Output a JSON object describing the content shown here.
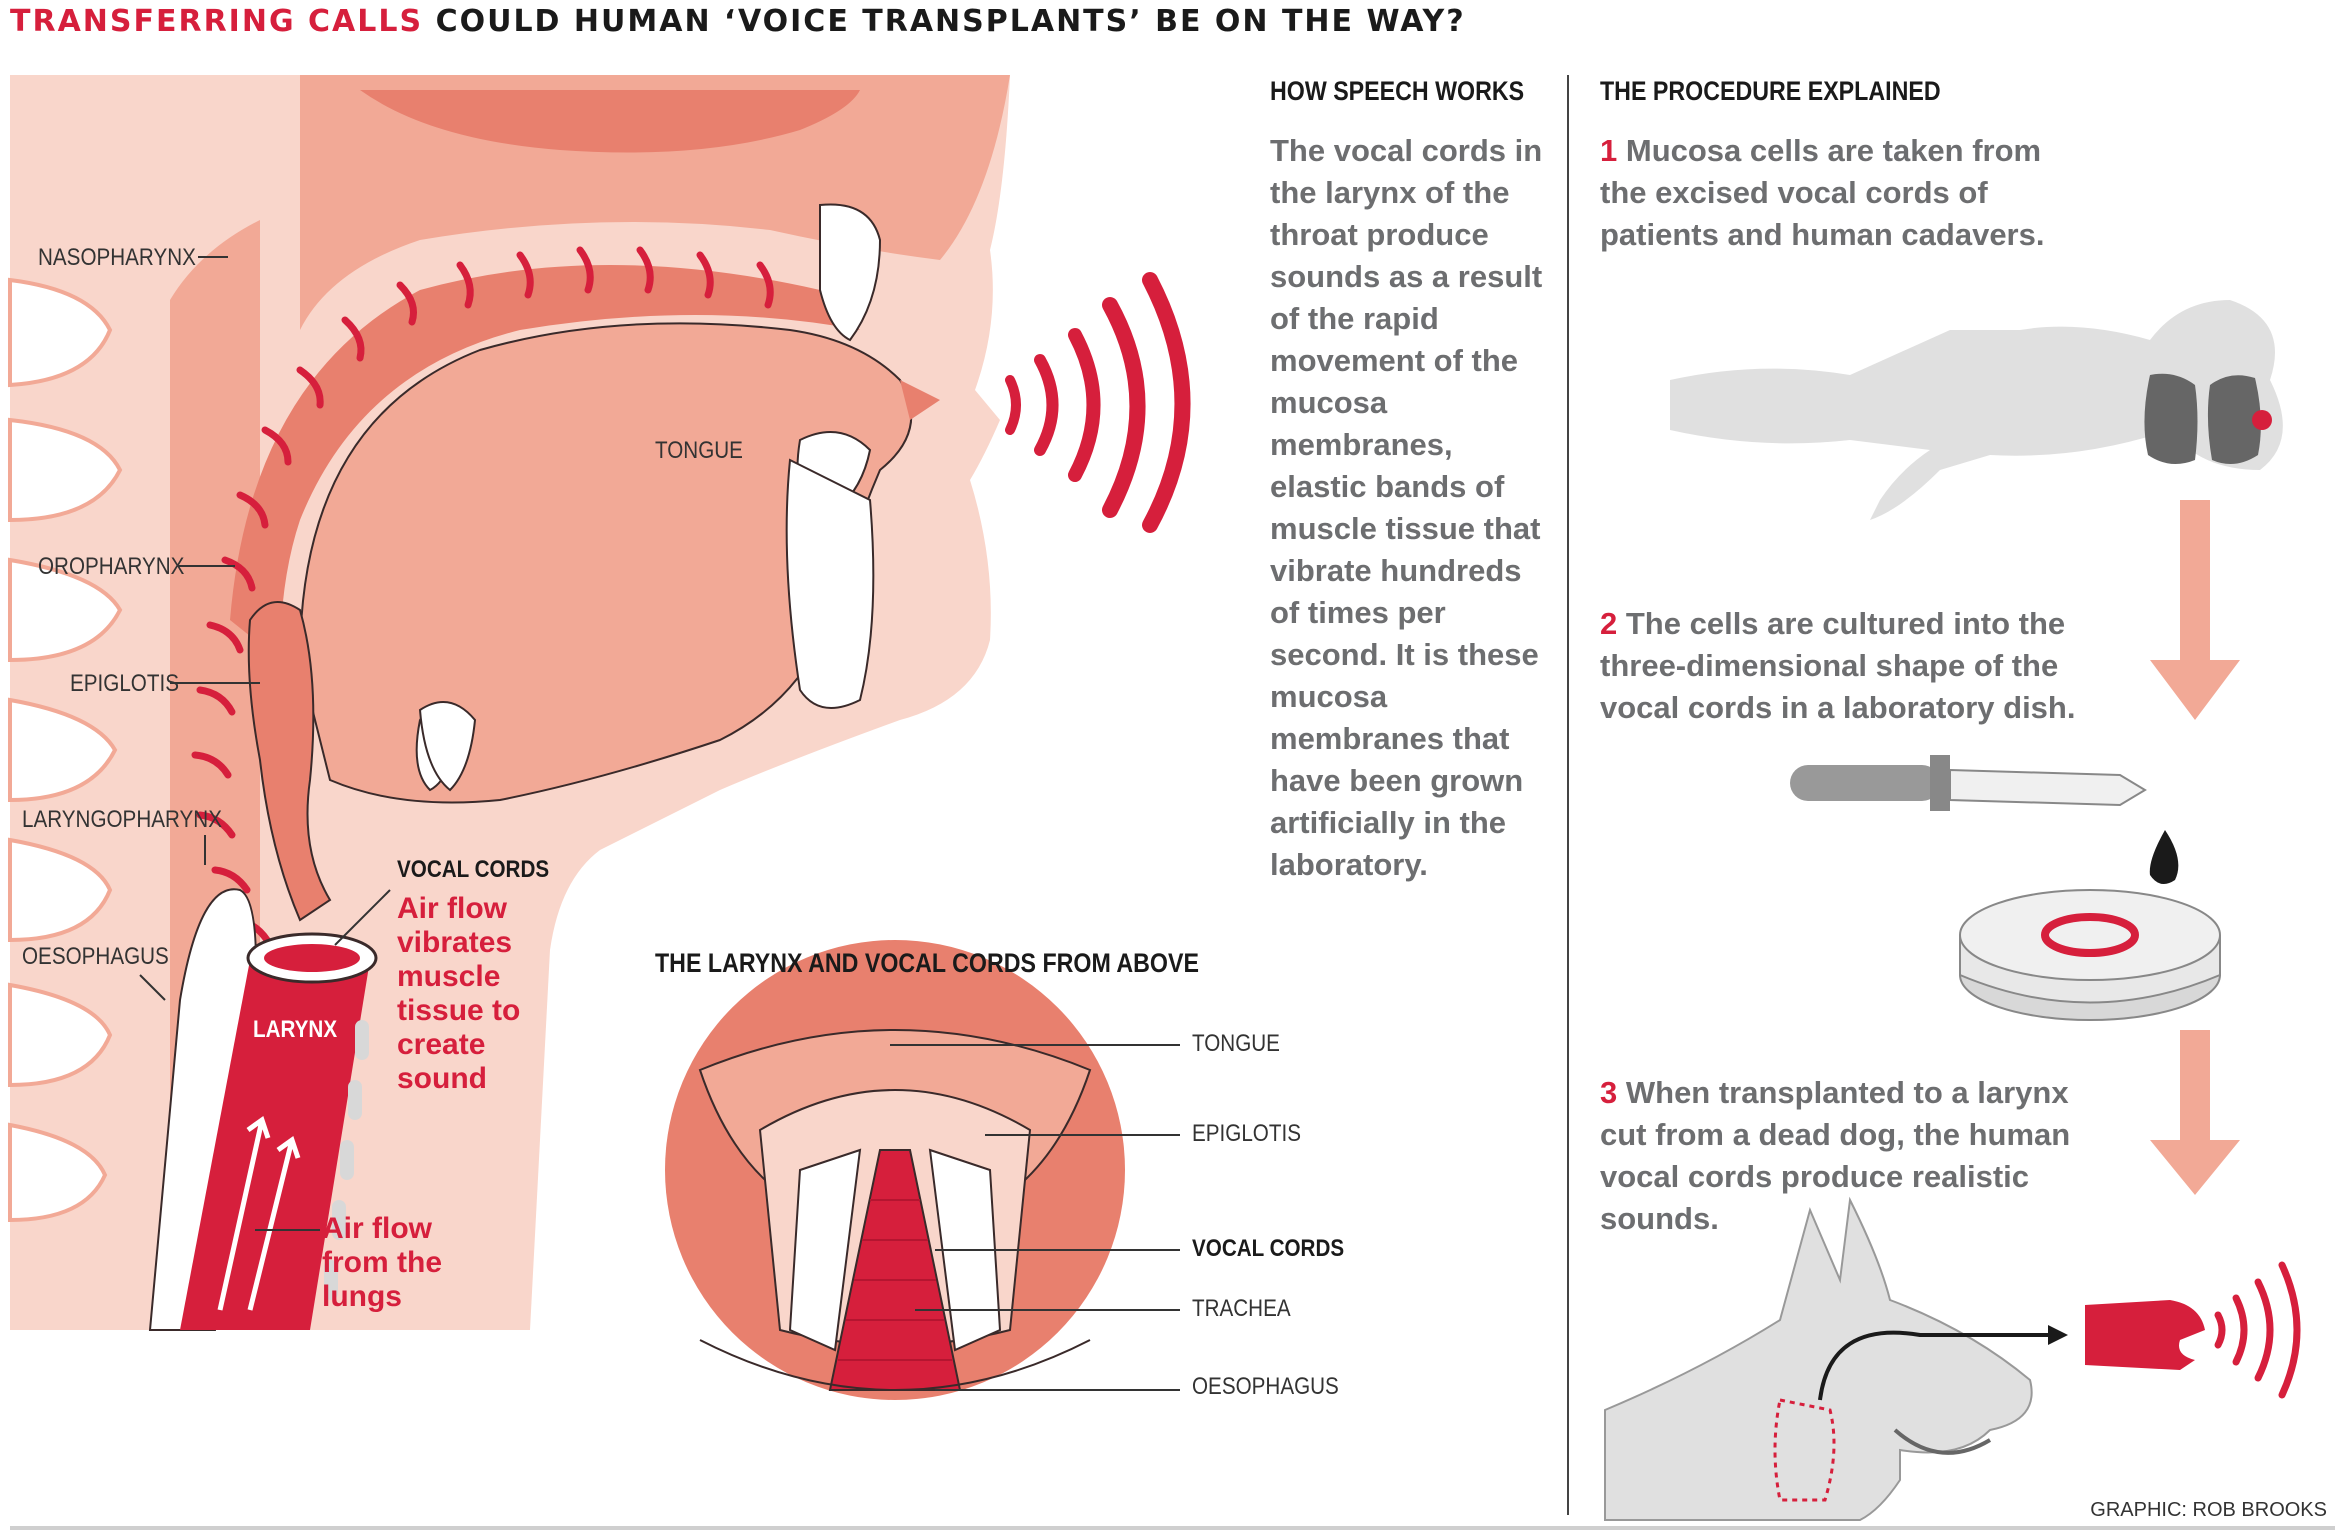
{
  "header": {
    "kicker": "TRANSFERRING CALLS",
    "headline": "COULD HUMAN ‘VOICE TRANSPLANTS’ BE ON THE WAY?"
  },
  "anatomy": {
    "labels": {
      "nasopharynx": "NASOPHARYNX",
      "oropharynx": "OROPHARYNX",
      "epiglotis": "EPIGLOTIS",
      "laryngopharynx": "LARYNGOPHARYNX",
      "oesophagus": "OESOPHAGUS",
      "tongue": "TONGUE",
      "vocal_cords": "VOCAL CORDS",
      "larynx": "LARYNX",
      "trachea": "TRACHEA"
    },
    "airflow_vibrates": "Air flow vibrates muscle tissue to create sound",
    "airflow_lungs": "Air flow from the lungs"
  },
  "how_speech_works": {
    "heading": "HOW SPEECH WORKS",
    "text": "The vocal cords in the larynx of the throat produce sounds as a result of the rapid movement of the mucosa membranes, elastic bands of muscle tissue that vibrate hundreds of times per second. It is these mucosa membranes that have been grown artificially in the laboratory."
  },
  "larynx_above": {
    "heading": "THE LARYNX AND VOCAL CORDS FROM ABOVE",
    "labels": {
      "tongue": "TONGUE",
      "epiglotis": "EPIGLOTIS",
      "vocal_cords": "VOCAL CORDS",
      "trachea": "TRACHEA",
      "oesophagus": "OESOPHAGUS"
    }
  },
  "procedure": {
    "heading": "THE PROCEDURE EXPLAINED",
    "steps": [
      {
        "num": "1",
        "text": "Mucosa cells are taken from the excised vocal cords of patients and human cadavers."
      },
      {
        "num": "2",
        "text": "The cells are cultured into the three-dimensional shape of the vocal cords in a laboratory dish."
      },
      {
        "num": "3",
        "text": "When transplanted to a larynx cut from a dead dog, the human vocal cords produce realistic sounds."
      }
    ]
  },
  "credit": "GRAPHIC: ROB BROOKS",
  "colors": {
    "accent_red": "#d61f3c",
    "tissue_dark": "#e8806e",
    "tissue_mid": "#f2a996",
    "tissue_light": "#f9d6cb",
    "body_gray": "#6d6e70"
  }
}
